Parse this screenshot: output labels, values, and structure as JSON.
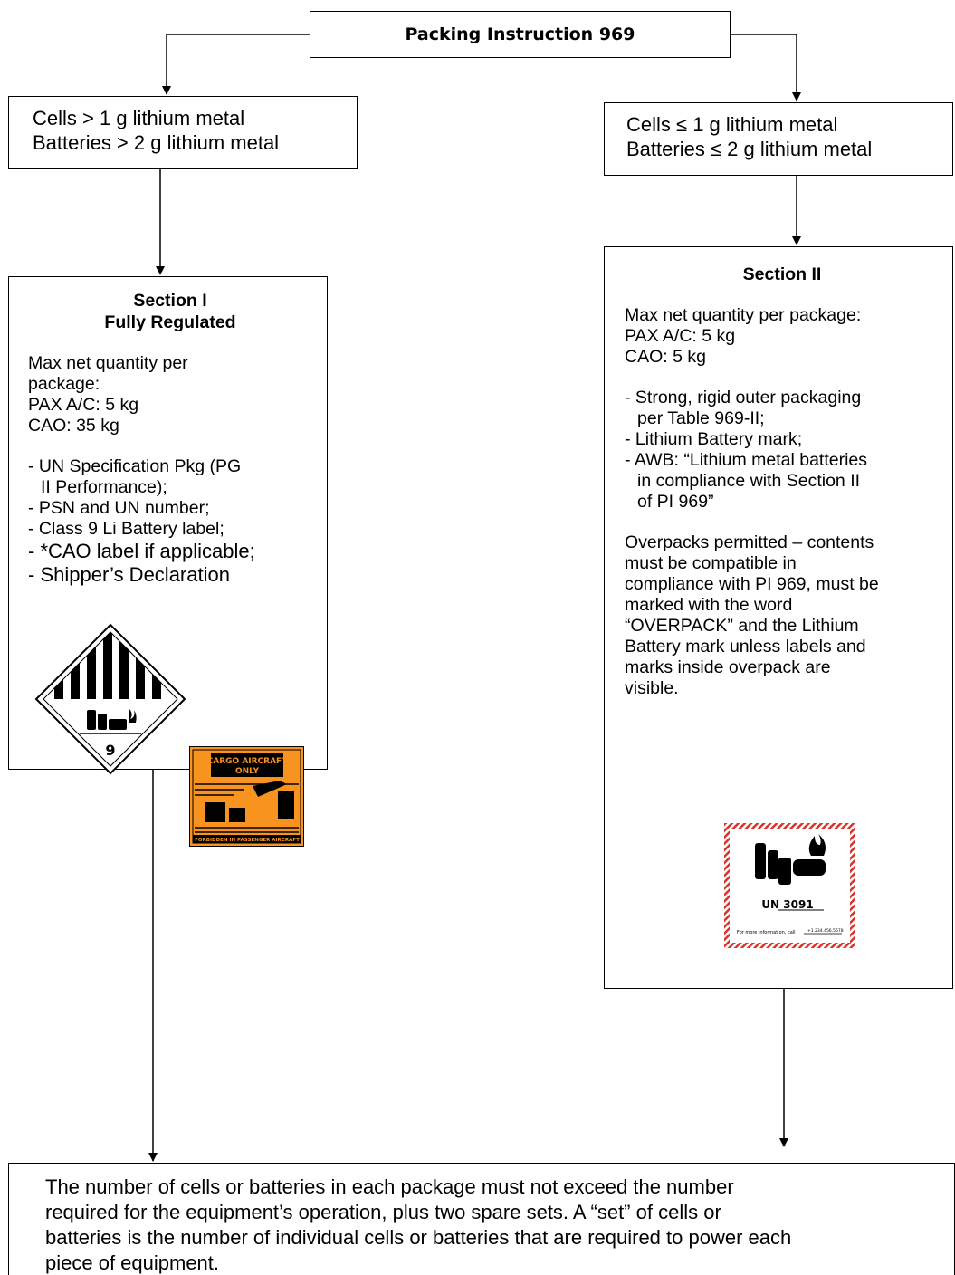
{
  "title": "Packing Instruction 969",
  "left": {
    "condition": [
      "Cells > 1 g lithium metal",
      "Batteries > 2 g lithium metal"
    ],
    "section_title": "Section I",
    "section_subtitle": "Fully Regulated",
    "qty_head": [
      "Max net quantity per",
      "package:"
    ],
    "qty_lines": [
      "PAX A/C:  5 kg",
      "CAO:  35 kg"
    ],
    "items": [
      "- UN Specification Pkg (PG",
      "II Performance);",
      "- PSN and UN number;",
      "- Class 9 Li Battery label;",
      "- *CAO label if applicable;",
      "- Shipper’s Declaration"
    ],
    "asterisk": "*",
    "class9_number": "9",
    "cao_label": {
      "top": "CARGO AIRCRAFT",
      "mid": "ONLY",
      "bottom": "FORBIDDEN IN PASSENGER AIRCRAFT"
    }
  },
  "right": {
    "condition": [
      "Cells ≤ 1 g lithium metal",
      "Batteries ≤ 2 g lithium metal"
    ],
    "section_title": "Section II",
    "qty_head": "Max net quantity per package:",
    "qty_lines": [
      "PAX A/C:  5 kg",
      "CAO:  5 kg"
    ],
    "items": [
      "- Strong, rigid outer packaging",
      "per Table 969-II;",
      "- Lithium Battery mark;",
      "- AWB:  “Lithium metal batteries",
      "in compliance with Section II",
      "of PI 969”"
    ],
    "overpack": [
      "Overpacks permitted – contents",
      "must be compatible in",
      "compliance with PI 969, must be",
      "marked with the word",
      "“OVERPACK” and the Lithium",
      "Battery mark unless labels and",
      "marks inside overpack are",
      "visible."
    ],
    "mark": {
      "un_text": "UN  3091",
      "info_text": "For more information, call",
      "phone": "+1.234.456.5678"
    }
  },
  "bottom": [
    "The number of cells or batteries in each package must not exceed the number",
    "required for the equipment’s operation, plus two spare sets.  A “set” of cells or",
    "batteries is the number of individual cells or batteries that are required to power each",
    "piece of equipment."
  ],
  "colors": {
    "border": "#000000",
    "cao_orange": "#f7931e",
    "mark_red": "#d9342b"
  }
}
